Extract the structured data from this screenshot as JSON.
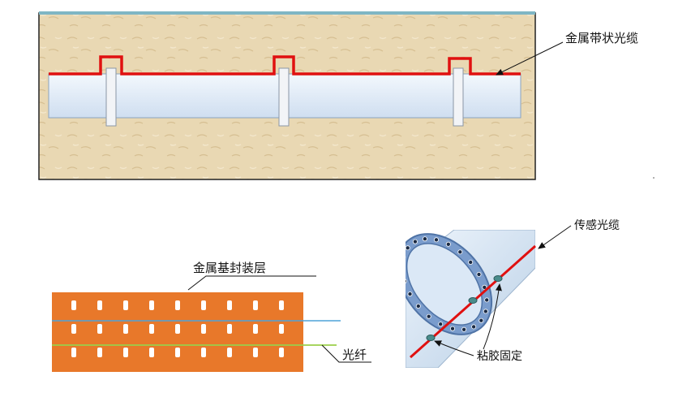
{
  "labels": {
    "metal_strip_cable": "金属带状光缆",
    "metal_substrate_layer": "金属基封装层",
    "optical_fiber": "光纤",
    "sensing_cable": "传感光缆",
    "adhesive_fixing": "粘胶固定"
  },
  "colors": {
    "soil": "#e8d6b0",
    "cable_red": "#e01010",
    "pipe": "#dfeaf6",
    "orange_layer": "#e8782a",
    "fiber_blue": "#4fa3d8",
    "fiber_green": "#9bcf4a"
  }
}
